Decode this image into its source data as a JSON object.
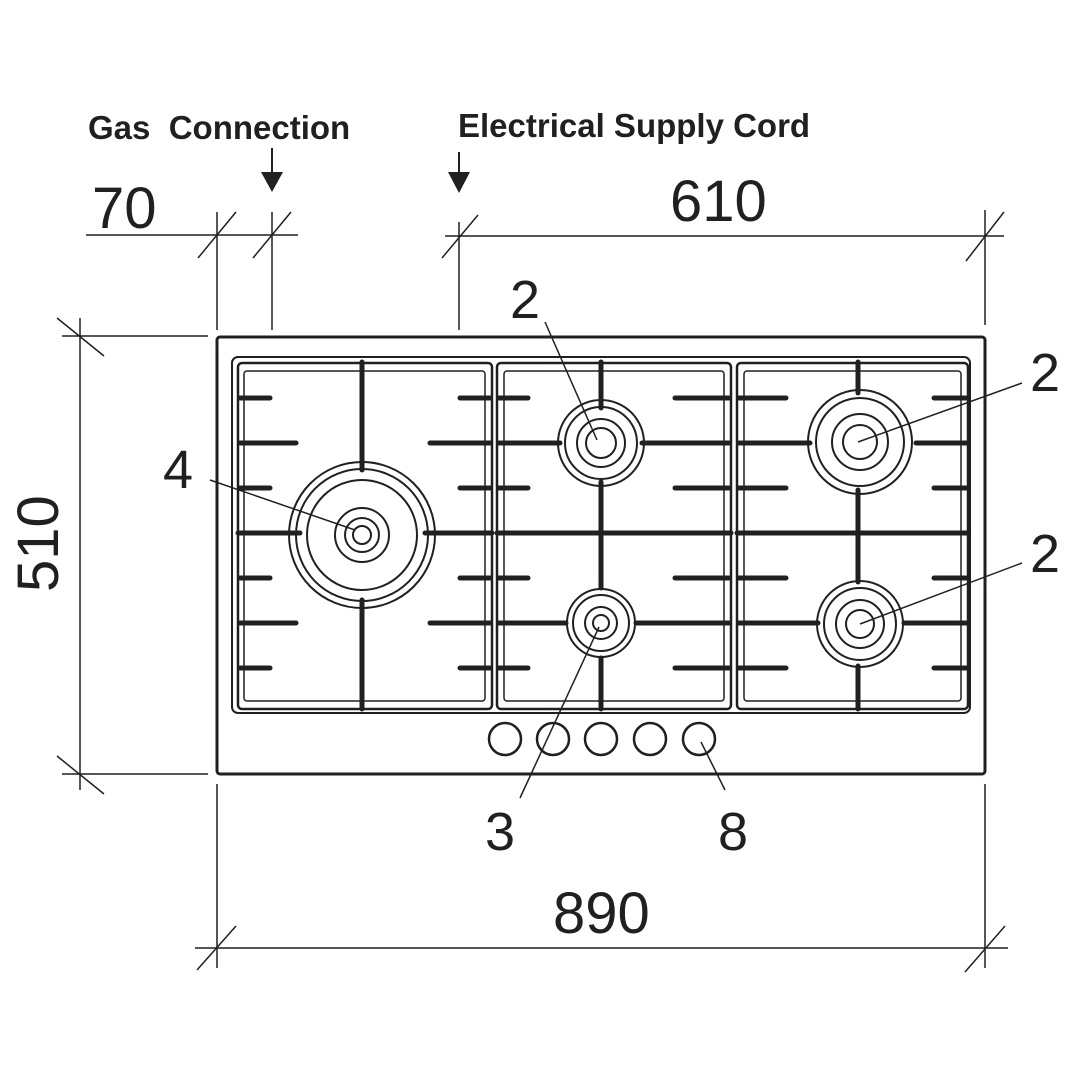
{
  "labels": {
    "gas_connection": "Gas  Connection",
    "electrical_supply": "Electrical Supply Cord"
  },
  "dimensions": {
    "gas_offset": "70",
    "electric_width": "610",
    "depth": "510",
    "width": "890"
  },
  "callouts": {
    "burner_top_middle": "2",
    "burner_top_right": "2",
    "burner_bottom_right": "2",
    "burner_wok": "4",
    "burner_small": "3",
    "knob": "8"
  },
  "knobs": {
    "count": 5
  },
  "colors": {
    "line": "#231f20",
    "background": "#ffffff"
  }
}
